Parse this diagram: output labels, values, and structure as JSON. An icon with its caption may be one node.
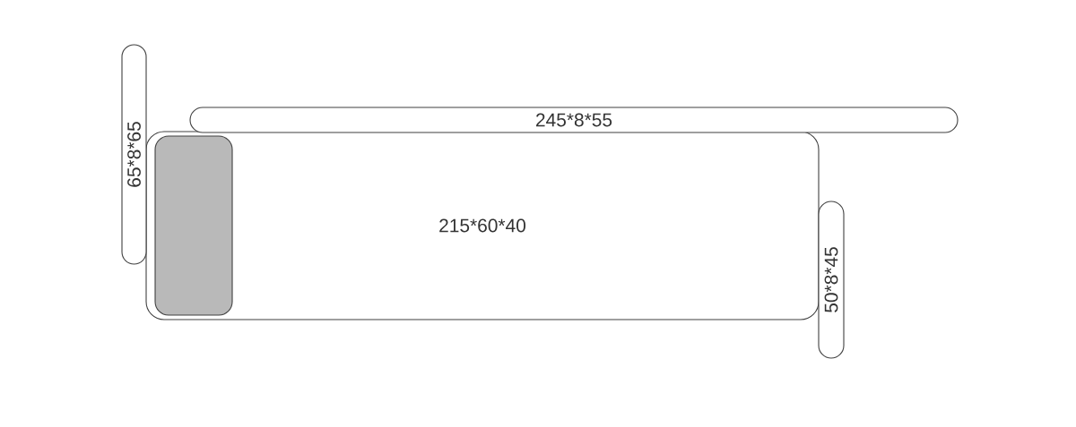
{
  "diagram": {
    "nodes": [
      {
        "text": [
          "65*8*65"
        ]
      },
      {
        "text": [
          "245*8*55"
        ]
      },
      {
        "text": [
          "215*60*40"
        ]
      },
      {
        "text": [],
        "shape": "box",
        "in": 2
      },
      {
        "text": [
          "50*8*45"
        ]
      }
    ]
  }
}
